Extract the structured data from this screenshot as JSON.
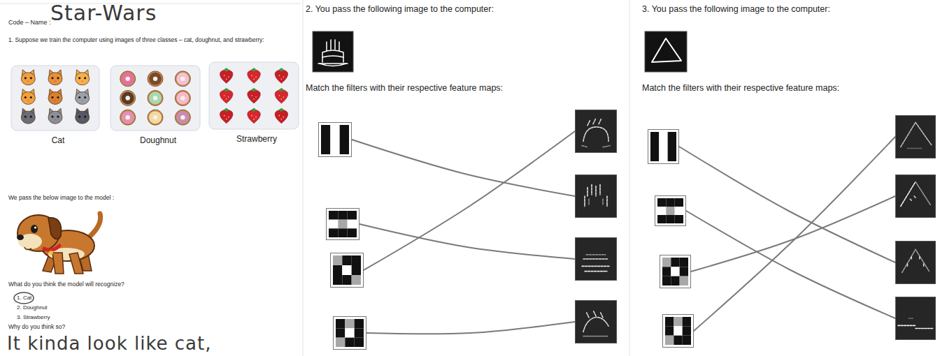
{
  "diagram": {
    "nodes": [
      {
        "text": [
          "Cat"
        ]
      },
      {
        "text": [
          "Doughnut"
        ]
      },
      {
        "text": [
          "Strawberry"
        ]
      },
      {
        "text": []
      },
      {
        "text": []
      },
      {
        "text": []
      },
      {
        "text": []
      },
      {
        "text": []
      },
      {
        "text": []
      },
      {
        "text": []
      },
      {
        "text": []
      },
      {
        "text": []
      },
      {
        "text": []
      },
      {
        "text": []
      },
      {
        "text": []
      },
      {
        "text": []
      },
      {
        "text": []
      },
      {
        "text": []
      },
      {
        "text": []
      }
    ],
    "edges": [
      {
        "from": 3,
        "to": 8,
        "arrow": "none"
      },
      {
        "from": 4,
        "to": 9,
        "arrow": "none"
      },
      {
        "from": 5,
        "to": 7,
        "arrow": "none"
      },
      {
        "from": 6,
        "to": 10,
        "arrow": "none"
      },
      {
        "from": 11,
        "to": 17,
        "arrow": "none"
      },
      {
        "from": 12,
        "to": 18,
        "arrow": "none"
      },
      {
        "from": 13,
        "to": 16,
        "arrow": "none"
      },
      {
        "from": 14,
        "to": 15,
        "arrow": "none"
      }
    ],
    "labels": [
      "Code – Name :",
      "Star-Wars",
      "1. Suppose we train the computer using images of three classes – cat, doughnut, and strawberry:",
      "We pass the below image to the model :",
      "What do you think the model will recognize?",
      "1. Cat",
      "2. Doughnut",
      "3. Strawberry",
      "Why do you think so?",
      "It kinda look like cat,",
      "2. You pass the following image to the computer:",
      "Match the filters with their respective feature maps:",
      "3. You pass the following image to the computer:",
      "Match the filters with their respective feature maps:"
    ]
  }
}
